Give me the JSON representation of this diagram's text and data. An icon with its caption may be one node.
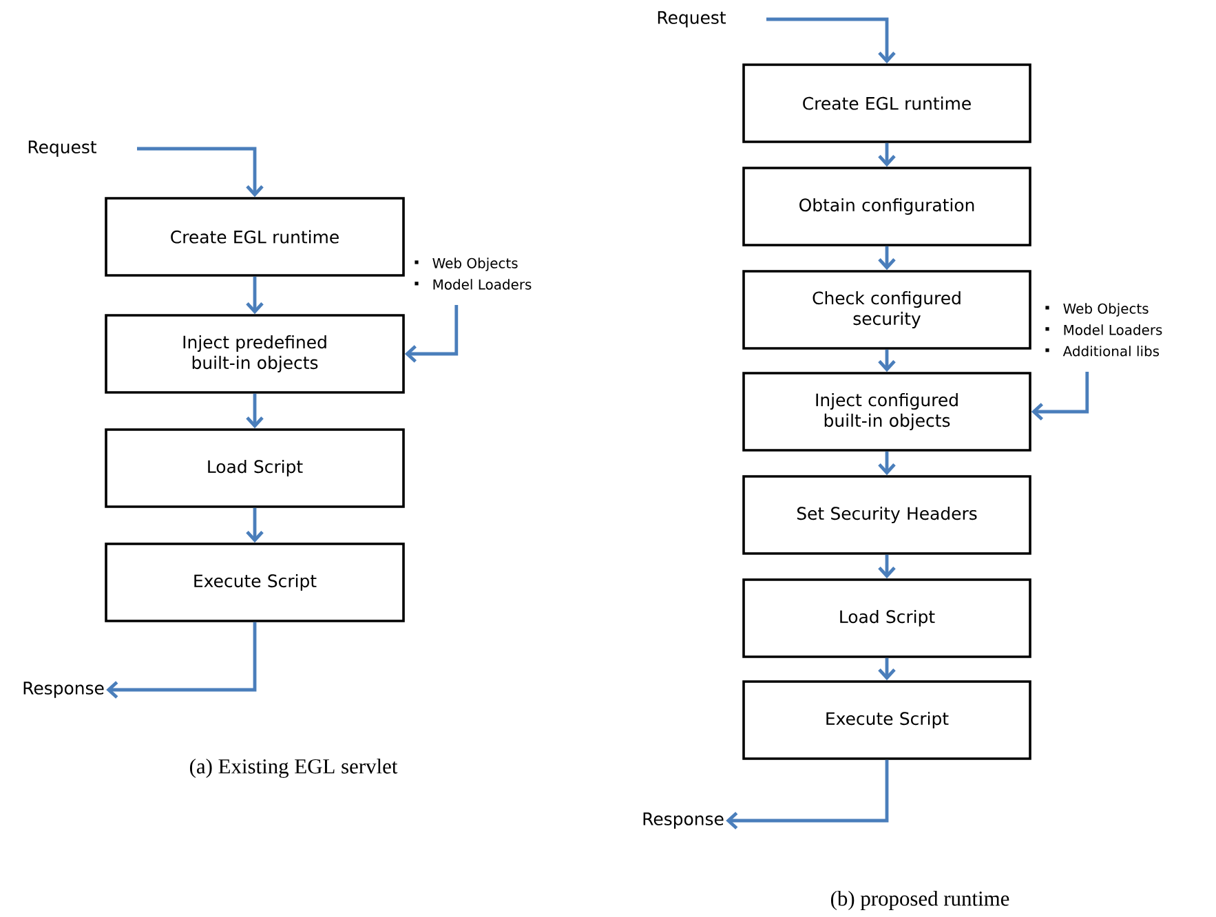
{
  "diagram": {
    "nodes": [
      {
        "text": [
          "Request"
        ]
      },
      {
        "text": [
          "Create EGL runtime"
        ]
      },
      {
        "text": [
          "Inject predefined built-in objects"
        ]
      },
      {
        "text": [
          "Load Script"
        ]
      },
      {
        "text": [
          "Execute Script"
        ]
      },
      {
        "text": [
          "Response"
        ]
      },
      {
        "text": [
          "Web Objects",
          "Model Loaders"
        ]
      },
      {
        "text": [
          "Request"
        ]
      },
      {
        "text": [
          "Create EGL runtime"
        ]
      },
      {
        "text": [
          "Obtain configuration"
        ]
      },
      {
        "text": [
          "Check configured security"
        ]
      },
      {
        "text": [
          "Inject configured built-in objects"
        ]
      },
      {
        "text": [
          "Set Security Headers"
        ]
      },
      {
        "text": [
          "Load Script"
        ]
      },
      {
        "text": [
          "Execute Script"
        ]
      },
      {
        "text": [
          "Response"
        ]
      },
      {
        "text": [
          "Web Objects",
          "Model Loaders",
          "Additional libs"
        ]
      }
    ],
    "edges": [
      {
        "from": 0,
        "to": 1,
        "arrow": "to"
      },
      {
        "from": 1,
        "to": 2,
        "arrow": "to"
      },
      {
        "from": 2,
        "to": 3,
        "arrow": "to"
      },
      {
        "from": 3,
        "to": 4,
        "arrow": "to"
      },
      {
        "from": 4,
        "to": 5,
        "arrow": "to"
      },
      {
        "from": 6,
        "to": 2,
        "arrow": "to"
      },
      {
        "from": 7,
        "to": 8,
        "arrow": "to"
      },
      {
        "from": 8,
        "to": 9,
        "arrow": "to"
      },
      {
        "from": 9,
        "to": 10,
        "arrow": "to"
      },
      {
        "from": 10,
        "to": 11,
        "arrow": "to"
      },
      {
        "from": 11,
        "to": 12,
        "arrow": "to"
      },
      {
        "from": 12,
        "to": 13,
        "arrow": "to"
      },
      {
        "from": 13,
        "to": 14,
        "arrow": "to"
      },
      {
        "from": 14,
        "to": 15,
        "arrow": "to"
      },
      {
        "from": 16,
        "to": 11,
        "arrow": "to"
      }
    ],
    "labels": [
      "(a) Existing EGL servlet",
      "(b) proposed runtime"
    ]
  }
}
